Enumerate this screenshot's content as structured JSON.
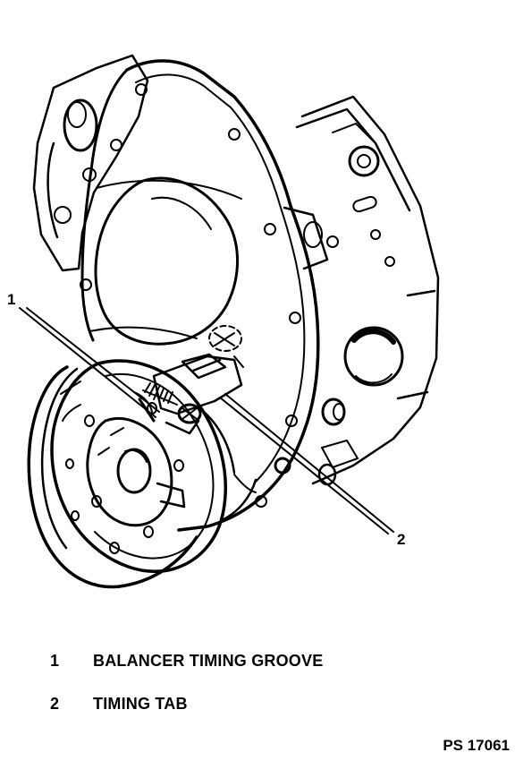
{
  "callouts": [
    {
      "number": "1",
      "label": "BALANCER TIMING GROOVE"
    },
    {
      "number": "2",
      "label": "TIMING TAB"
    }
  ],
  "figure_id": "PS 17061"
}
